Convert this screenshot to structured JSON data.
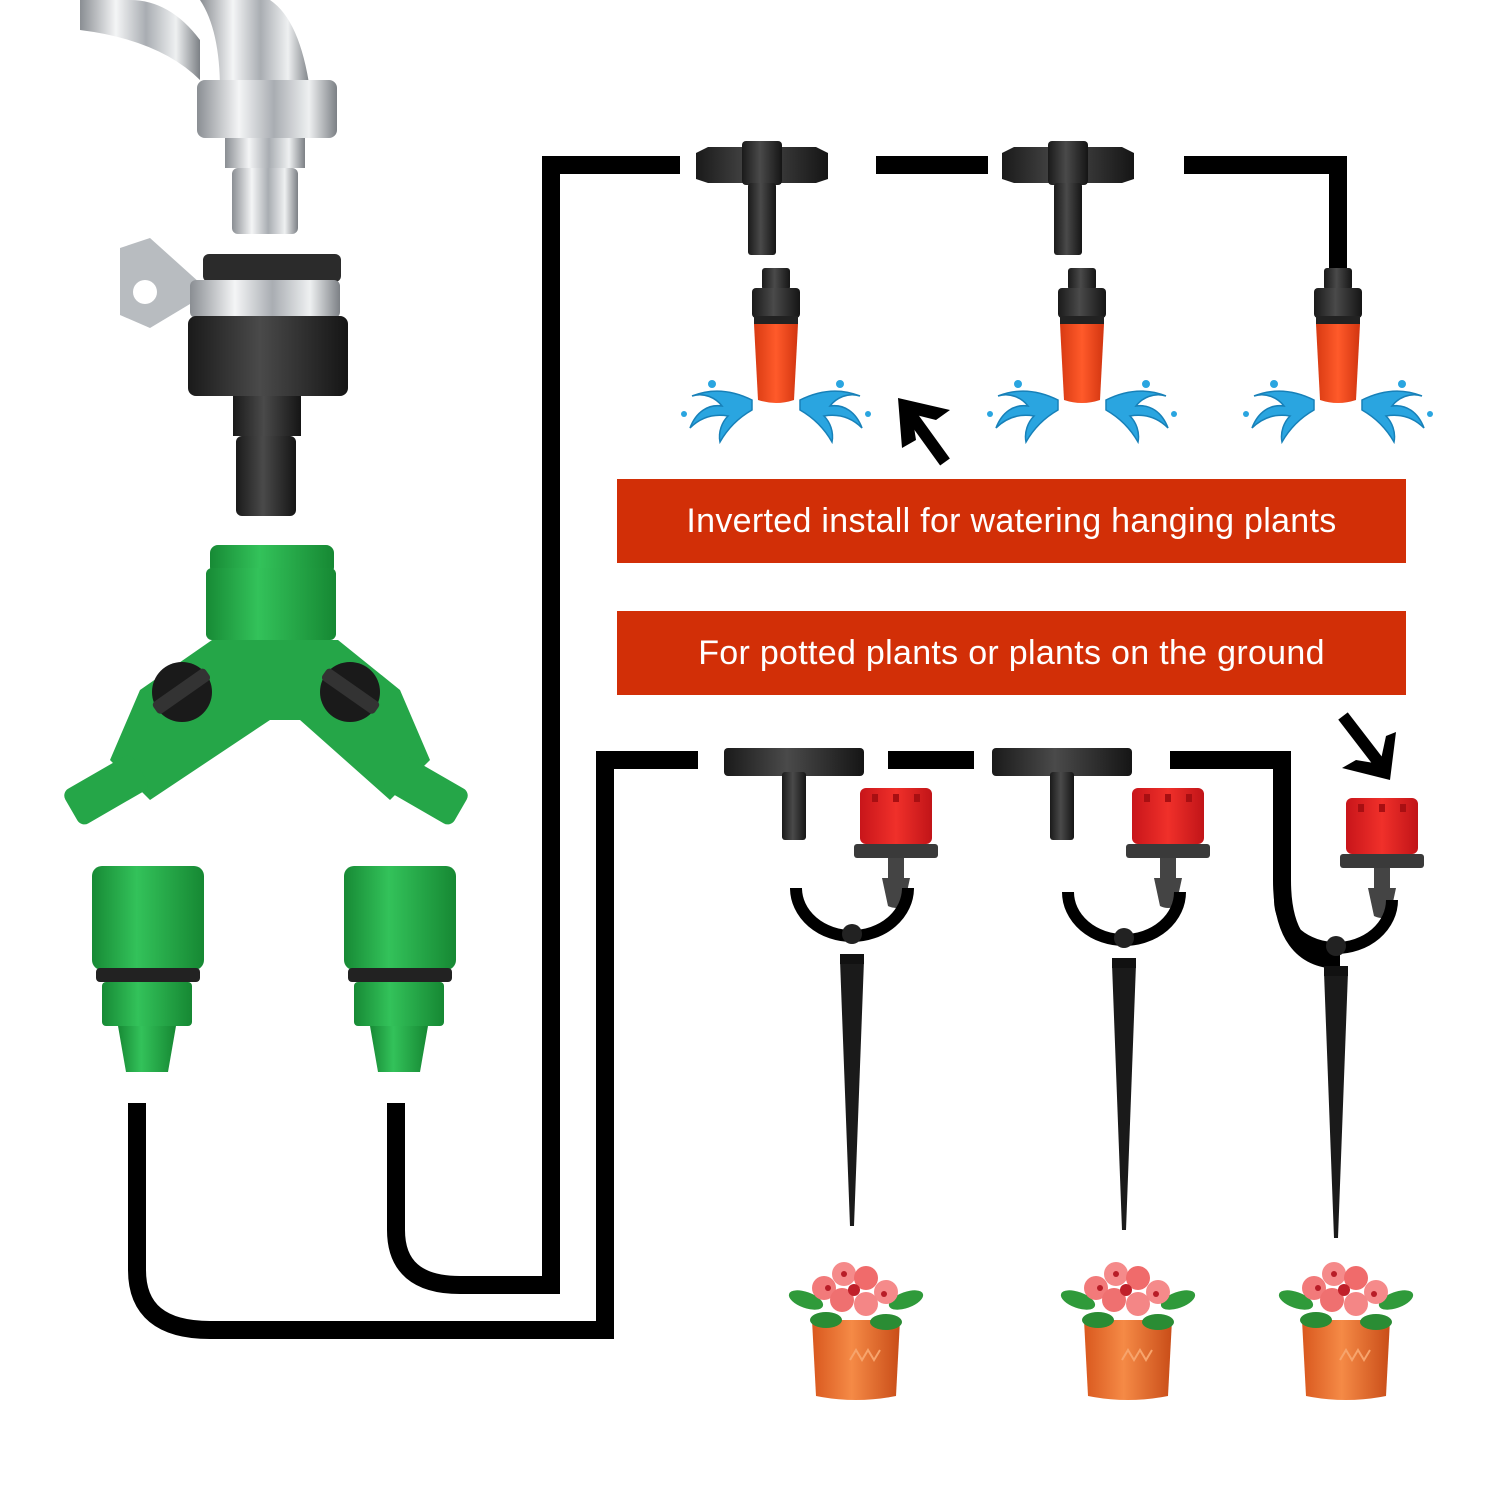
{
  "diagram": {
    "type": "drip irrigation kit installation diagram",
    "colors": {
      "banner_bg": "#d22f07",
      "banner_text": "#ffffff",
      "pipe": "#000000",
      "connector_green": "#1fa444",
      "nozzle_orange": "#f04a1e",
      "dripper_red": "#e8201c",
      "water_blue": "#2aa5e0",
      "chrome": "#c9ccd0"
    },
    "labels": {
      "hanging": "Inverted install for watering hanging plants",
      "ground": "For potted plants or plants on the ground"
    },
    "components": {
      "left_column": [
        "faucet",
        "universal tap connector with clamp",
        "Y splitter with 2 valves",
        "quick connector",
        "quick connector"
      ],
      "top_row": [
        "tee connector",
        "tee connector",
        "adjustable misting nozzle x3"
      ],
      "bottom_row": [
        "tee connector",
        "tee connector",
        "red dripper x3",
        "stake x3",
        "potted flowers x3"
      ]
    }
  }
}
